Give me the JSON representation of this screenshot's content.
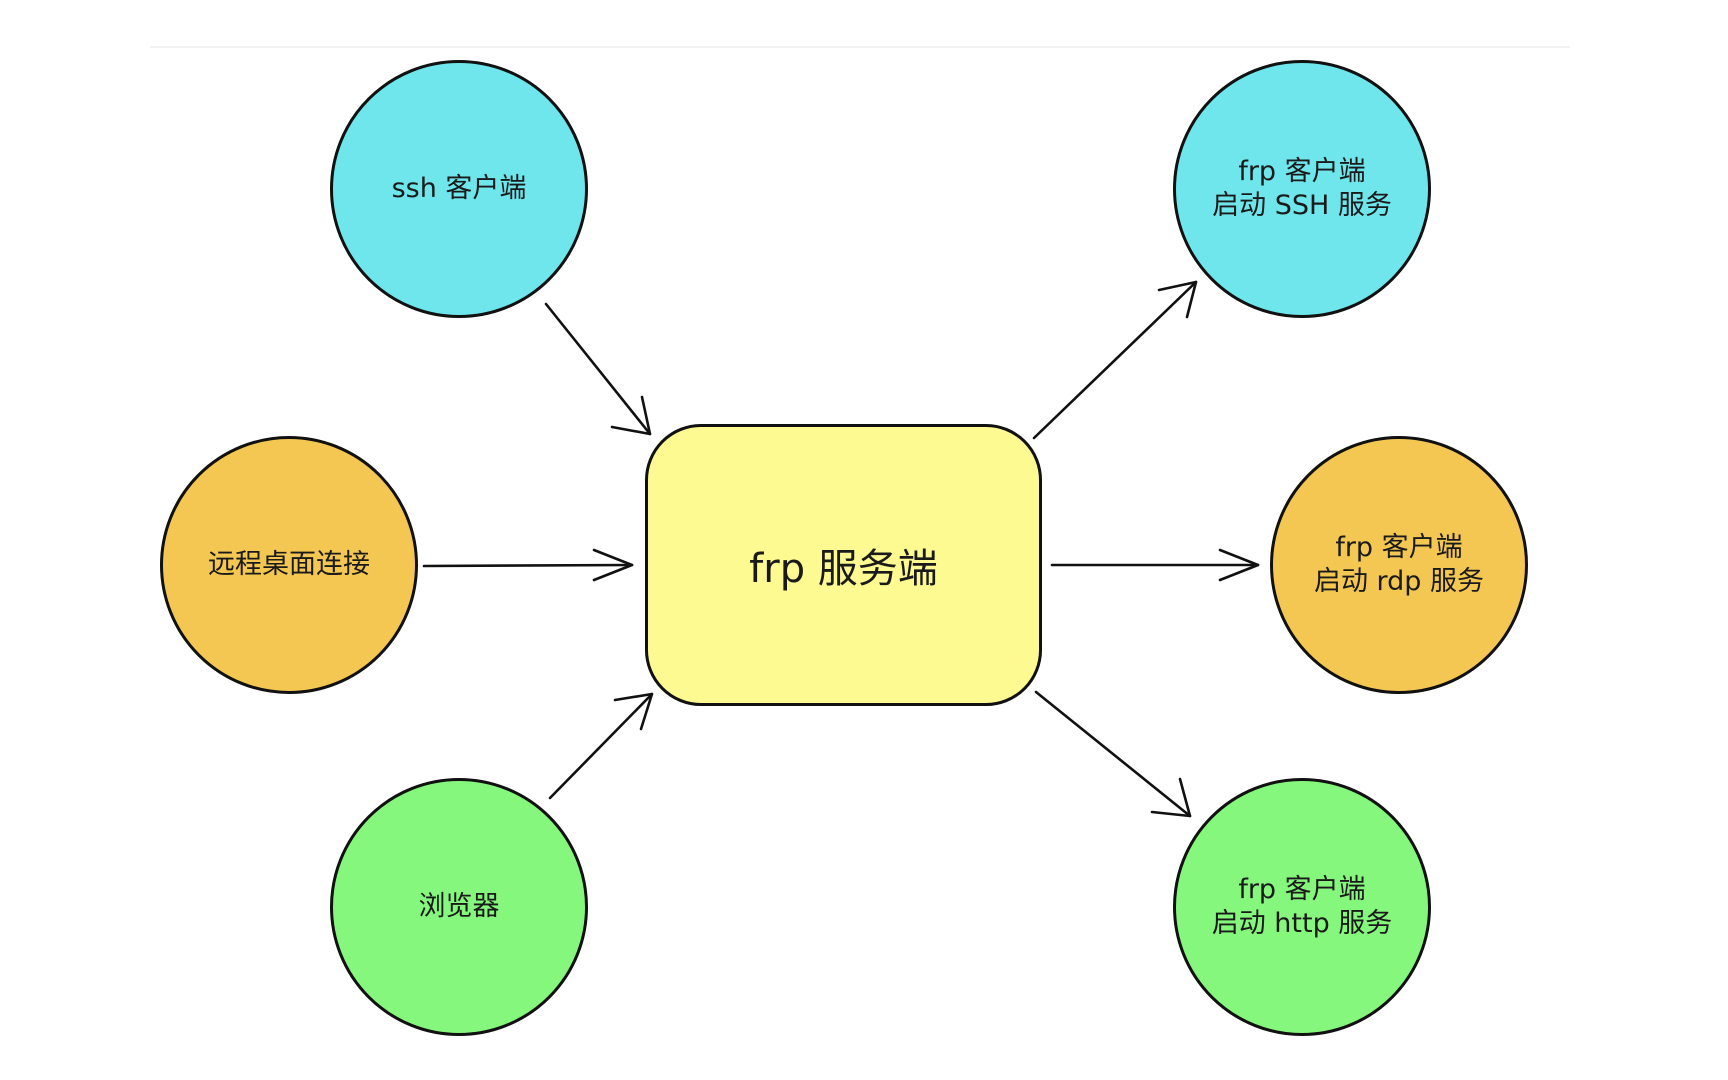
{
  "colors": {
    "cyan": "#6ee6ec",
    "orange": "#f4c752",
    "green": "#86f77d",
    "server": "#fdfa92",
    "stroke": "#111111"
  },
  "server": {
    "label": "frp 服务端",
    "color": "server"
  },
  "clients_left": [
    {
      "lines": [
        "ssh 客户端"
      ],
      "color": "cyan"
    },
    {
      "lines": [
        "远程桌面连接"
      ],
      "color": "orange"
    },
    {
      "lines": [
        "浏览器"
      ],
      "color": "green"
    }
  ],
  "clients_right": [
    {
      "lines": [
        "frp 客户端",
        "启动 SSH 服务"
      ],
      "color": "cyan"
    },
    {
      "lines": [
        "frp 客户端",
        "启动 rdp 服务"
      ],
      "color": "orange"
    },
    {
      "lines": [
        "frp 客户端",
        "启动 http 服务"
      ],
      "color": "green"
    }
  ],
  "edges": [
    {
      "from": "clients_left.0",
      "to": "server"
    },
    {
      "from": "clients_left.1",
      "to": "server"
    },
    {
      "from": "clients_left.2",
      "to": "server"
    },
    {
      "from": "server",
      "to": "clients_right.0"
    },
    {
      "from": "server",
      "to": "clients_right.1"
    },
    {
      "from": "server",
      "to": "clients_right.2"
    }
  ]
}
